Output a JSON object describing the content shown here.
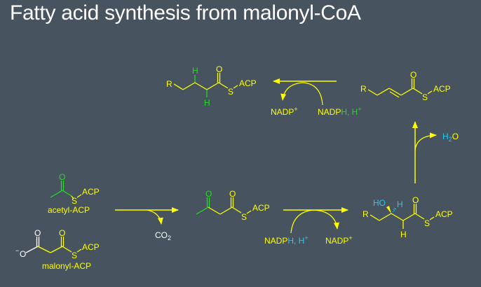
{
  "title": "Fatty acid synthesis from malonyl-CoA",
  "colors": {
    "background": "#47535f",
    "yellow": "#ffff00",
    "green": "#22dd22",
    "cyan": "#22ccee",
    "white": "#ffffff"
  },
  "molecules": {
    "acetyl_acp": {
      "label": "acetyl-ACP",
      "O": "O",
      "S": "S",
      "ACP": "ACP"
    },
    "malonyl_acp": {
      "label": "malonyl-ACP",
      "O1": "O",
      "O2": "O",
      "Ominus": "O",
      "charge": "−",
      "S": "S",
      "ACP": "ACP"
    },
    "acetoacetyl_acp": {
      "O1": "O",
      "O2": "O",
      "S": "S",
      "ACP": "ACP"
    },
    "hydroxyacyl_acp": {
      "R": "R",
      "HO": "HO",
      "H_wedge": "H",
      "H_bottom": "H",
      "O": "O",
      "S": "S",
      "ACP": "ACP"
    },
    "enoyl_acp": {
      "R": "R",
      "O": "O",
      "S": "S",
      "ACP": "ACP"
    },
    "acyl_acp": {
      "R": "R",
      "H_top": "H",
      "H_bottom": "H",
      "O": "O",
      "S": "S",
      "ACP": "ACP"
    }
  },
  "reactions": {
    "condensation": {
      "byproduct": "CO",
      "byproduct_sub": "2"
    },
    "reduction1": {
      "cofactor_in_a": "NADP",
      "cofactor_in_b": "H, H",
      "cofactor_in_sup": "+",
      "cofactor_out": "NADP",
      "cofactor_out_sup": "+"
    },
    "dehydration": {
      "byproduct_h": "H",
      "byproduct_sub": "2",
      "byproduct_o": "O"
    },
    "reduction2": {
      "cofactor_in_a": "NADP",
      "cofactor_in_b": "H, H",
      "cofactor_in_sup": "+",
      "cofactor_out": "NADP",
      "cofactor_out_sup": "+"
    }
  }
}
